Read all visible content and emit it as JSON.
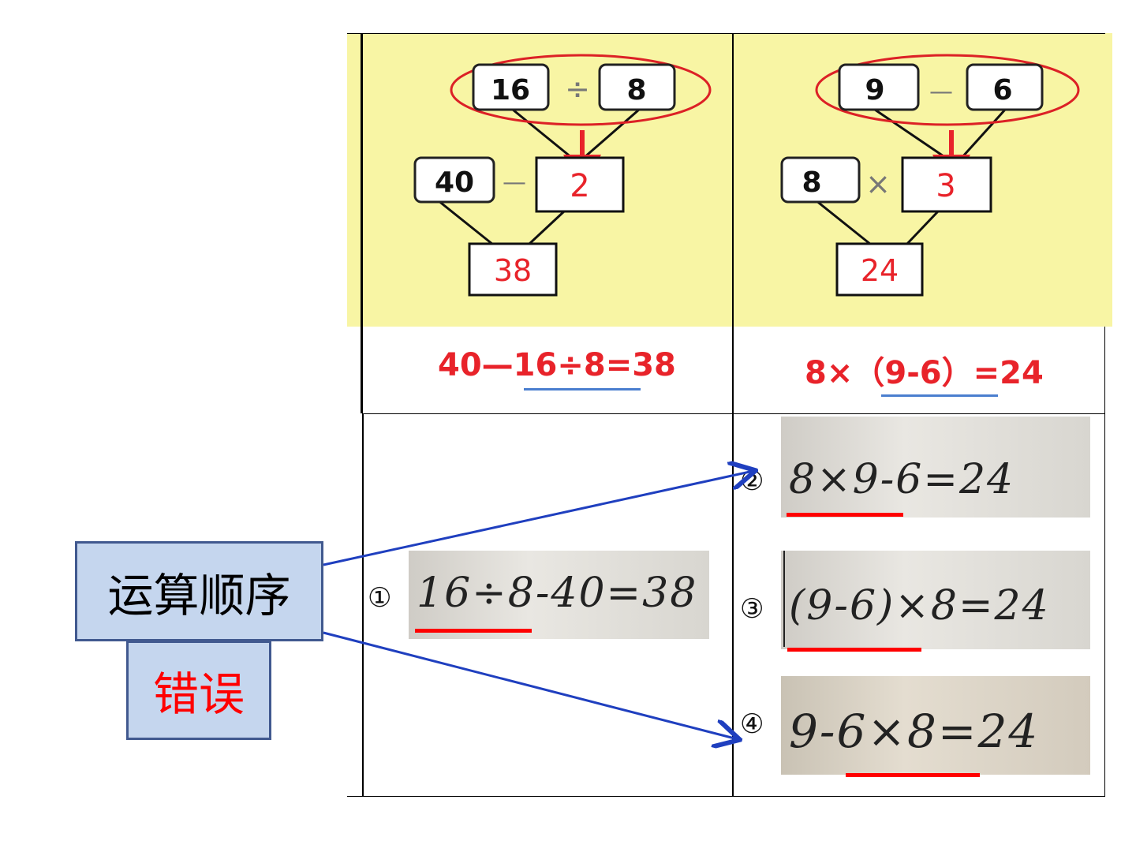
{
  "left_panel": {
    "tree": {
      "top_left": "16",
      "op_top": "÷",
      "top_right": "8",
      "mid_left": "40",
      "op_mid": "—",
      "mid_result": "2",
      "bottom_result": "38"
    },
    "formula": {
      "prefix": "40—",
      "underlined": "16÷8",
      "suffix": "=38"
    }
  },
  "right_panel": {
    "tree": {
      "top_left": "9",
      "op_top": "—",
      "top_right": "6",
      "mid_left": "8",
      "op_mid": "×",
      "mid_result": "3",
      "bottom_result": "24"
    },
    "formula": {
      "prefix": "8×",
      "underlined": "（9-6）",
      "suffix": "=24"
    }
  },
  "student_answers": [
    {
      "marker": "①",
      "text": "16÷8-40=38"
    },
    {
      "marker": "②",
      "text": "8×9-6=24"
    },
    {
      "marker": "③",
      "text": "(9-6)×8=24"
    },
    {
      "marker": "④",
      "text": "9-6×8=24"
    }
  ],
  "labels": {
    "category": "运算顺序",
    "error": "错误"
  },
  "colors": {
    "red": "#e8232a",
    "highlight_yellow": "#f8f5a4",
    "label_fill": "#c5d6ee",
    "label_border": "#41598f",
    "arrow_blue": "#1f3fbf",
    "underline_blue": "#4a7ecf"
  }
}
